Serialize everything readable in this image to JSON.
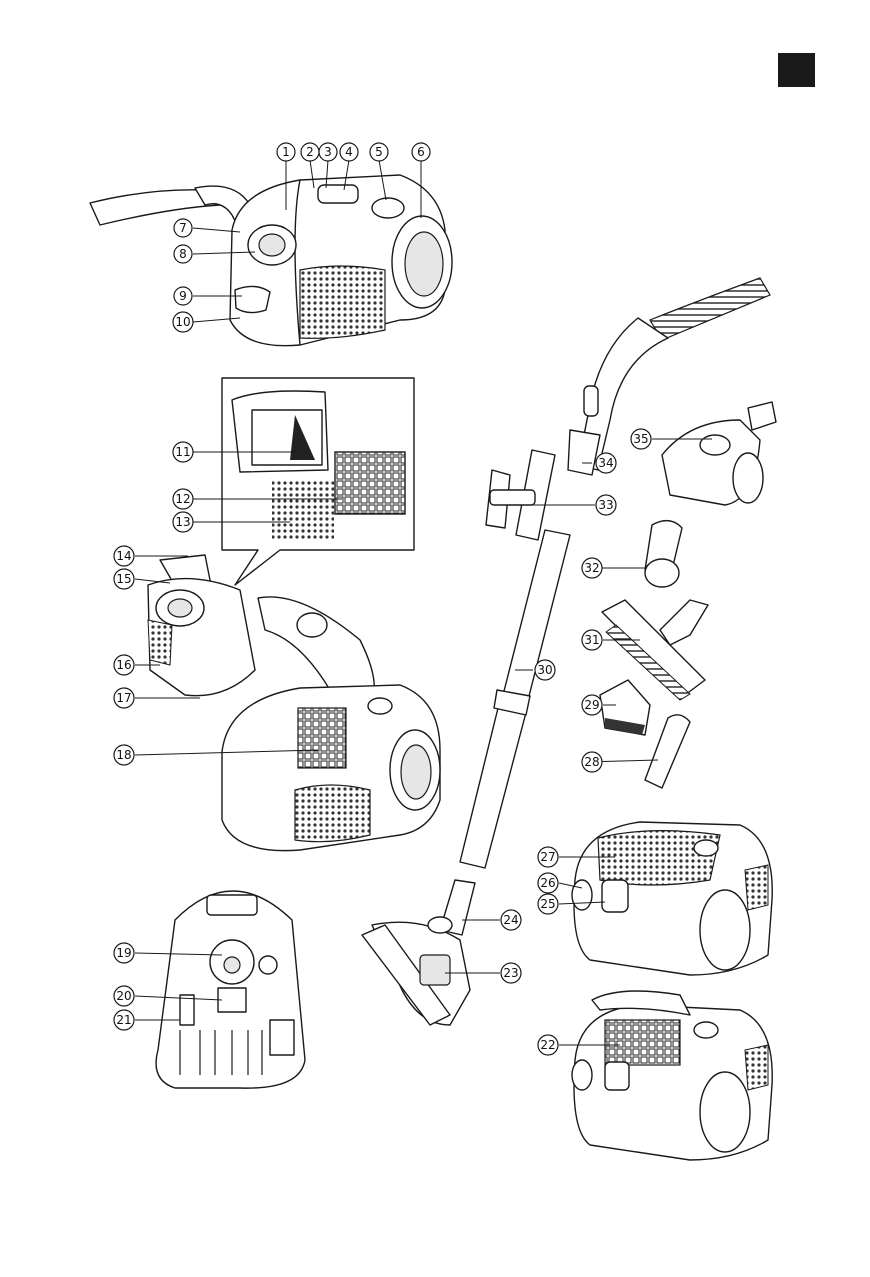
{
  "colors": {
    "ink": "#1a1a1a",
    "corner_tab": "#1a1a1a",
    "paper": "#ffffff"
  },
  "callouts": [
    {
      "id": "1",
      "label": "1"
    },
    {
      "id": "2",
      "label": "2"
    },
    {
      "id": "3",
      "label": "3"
    },
    {
      "id": "4",
      "label": "4"
    },
    {
      "id": "5",
      "label": "5"
    },
    {
      "id": "6",
      "label": "6"
    },
    {
      "id": "7",
      "label": "7"
    },
    {
      "id": "8",
      "label": "8"
    },
    {
      "id": "9",
      "label": "9"
    },
    {
      "id": "10",
      "label": "10"
    },
    {
      "id": "11",
      "label": "11"
    },
    {
      "id": "12",
      "label": "12"
    },
    {
      "id": "13",
      "label": "13"
    },
    {
      "id": "14",
      "label": "14"
    },
    {
      "id": "15",
      "label": "15"
    },
    {
      "id": "16",
      "label": "16"
    },
    {
      "id": "17",
      "label": "17"
    },
    {
      "id": "18",
      "label": "18"
    },
    {
      "id": "19",
      "label": "19"
    },
    {
      "id": "20",
      "label": "20"
    },
    {
      "id": "21",
      "label": "21"
    },
    {
      "id": "22",
      "label": "22"
    },
    {
      "id": "23",
      "label": "23"
    },
    {
      "id": "24",
      "label": "24"
    },
    {
      "id": "25",
      "label": "25"
    },
    {
      "id": "26",
      "label": "26"
    },
    {
      "id": "27",
      "label": "27"
    },
    {
      "id": "28",
      "label": "28"
    },
    {
      "id": "29",
      "label": "29"
    },
    {
      "id": "30",
      "label": "30"
    },
    {
      "id": "31",
      "label": "31"
    },
    {
      "id": "32",
      "label": "32"
    },
    {
      "id": "33",
      "label": "33"
    },
    {
      "id": "34",
      "label": "34"
    },
    {
      "id": "35",
      "label": "35"
    }
  ]
}
